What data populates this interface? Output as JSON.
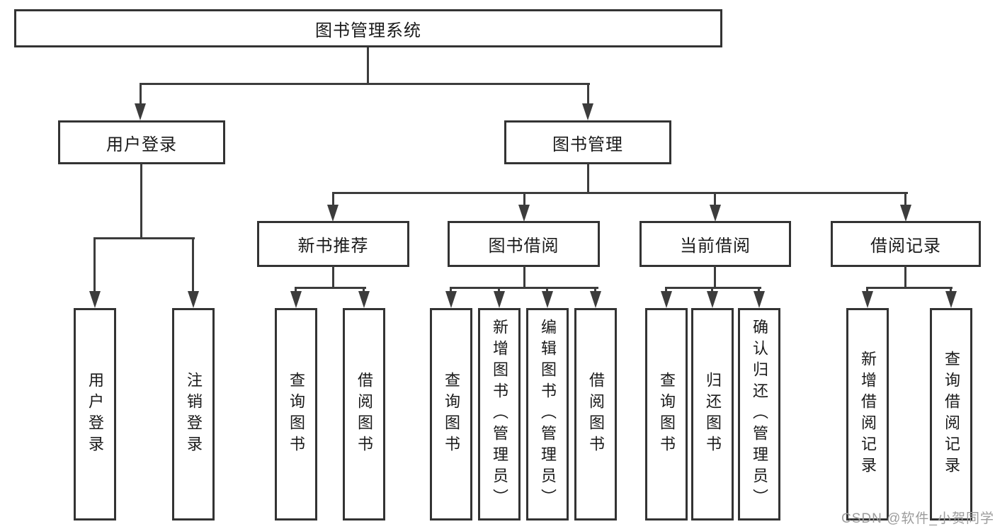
{
  "colors": {
    "background": "#ffffff",
    "line": "#3c3c3c",
    "box_border": "#333333",
    "text": "#1a1a1a",
    "watermark_text": "#9c9c9c"
  },
  "tree": {
    "root": {
      "label": "图书管理系统"
    },
    "branches": [
      {
        "label": "用户登录",
        "children": [
          "用户登录",
          "注销登录"
        ]
      },
      {
        "label": "图书管理",
        "groups": [
          {
            "label": "新书推荐",
            "children": [
              "查询图书",
              "借阅图书"
            ]
          },
          {
            "label": "图书借阅",
            "children": [
              "查询图书",
              "新增图书（管理员）",
              "编辑图书（管理员）",
              "借阅图书"
            ]
          },
          {
            "label": "当前借阅",
            "children": [
              "查询图书",
              "归还图书",
              "确认归还（管理员）"
            ]
          },
          {
            "label": "借阅记录",
            "children": [
              "新增借阅记录",
              "查询借阅记录"
            ]
          }
        ]
      }
    ]
  },
  "watermark": "CSDN @软件_小贺同学"
}
